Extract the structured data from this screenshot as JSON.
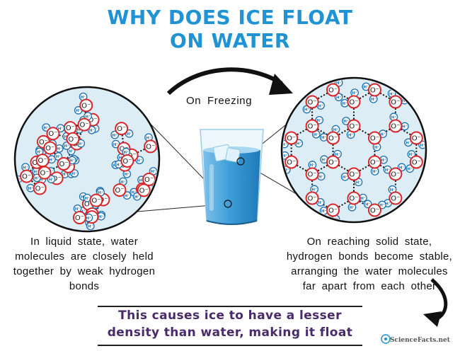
{
  "title": {
    "line1": "WHY DOES ICE FLOAT",
    "line2": "ON WATER"
  },
  "arrow_label": "On  Freezing",
  "left_caption": "In liquid state, water molecules are closely held together by weak hydrogen bonds",
  "right_caption": "On reaching solid state, hydrogen bonds become stable, arranging the water molecules far apart from each other",
  "conclusion": {
    "line1": "This causes ice to have a lesser",
    "line2": "density than water, making it float"
  },
  "atom_labels": {
    "oxygen": "O",
    "hydrogen": "H"
  },
  "brand": "ScienceFacts.net",
  "colors": {
    "title": "#1f93d3",
    "conclusion": "#4a2a6a",
    "oxygen_ring": "#d9262b",
    "hydrogen": "#1a6fb0",
    "circle_fill": "#dcedf6",
    "water": "#2f8fc9"
  }
}
